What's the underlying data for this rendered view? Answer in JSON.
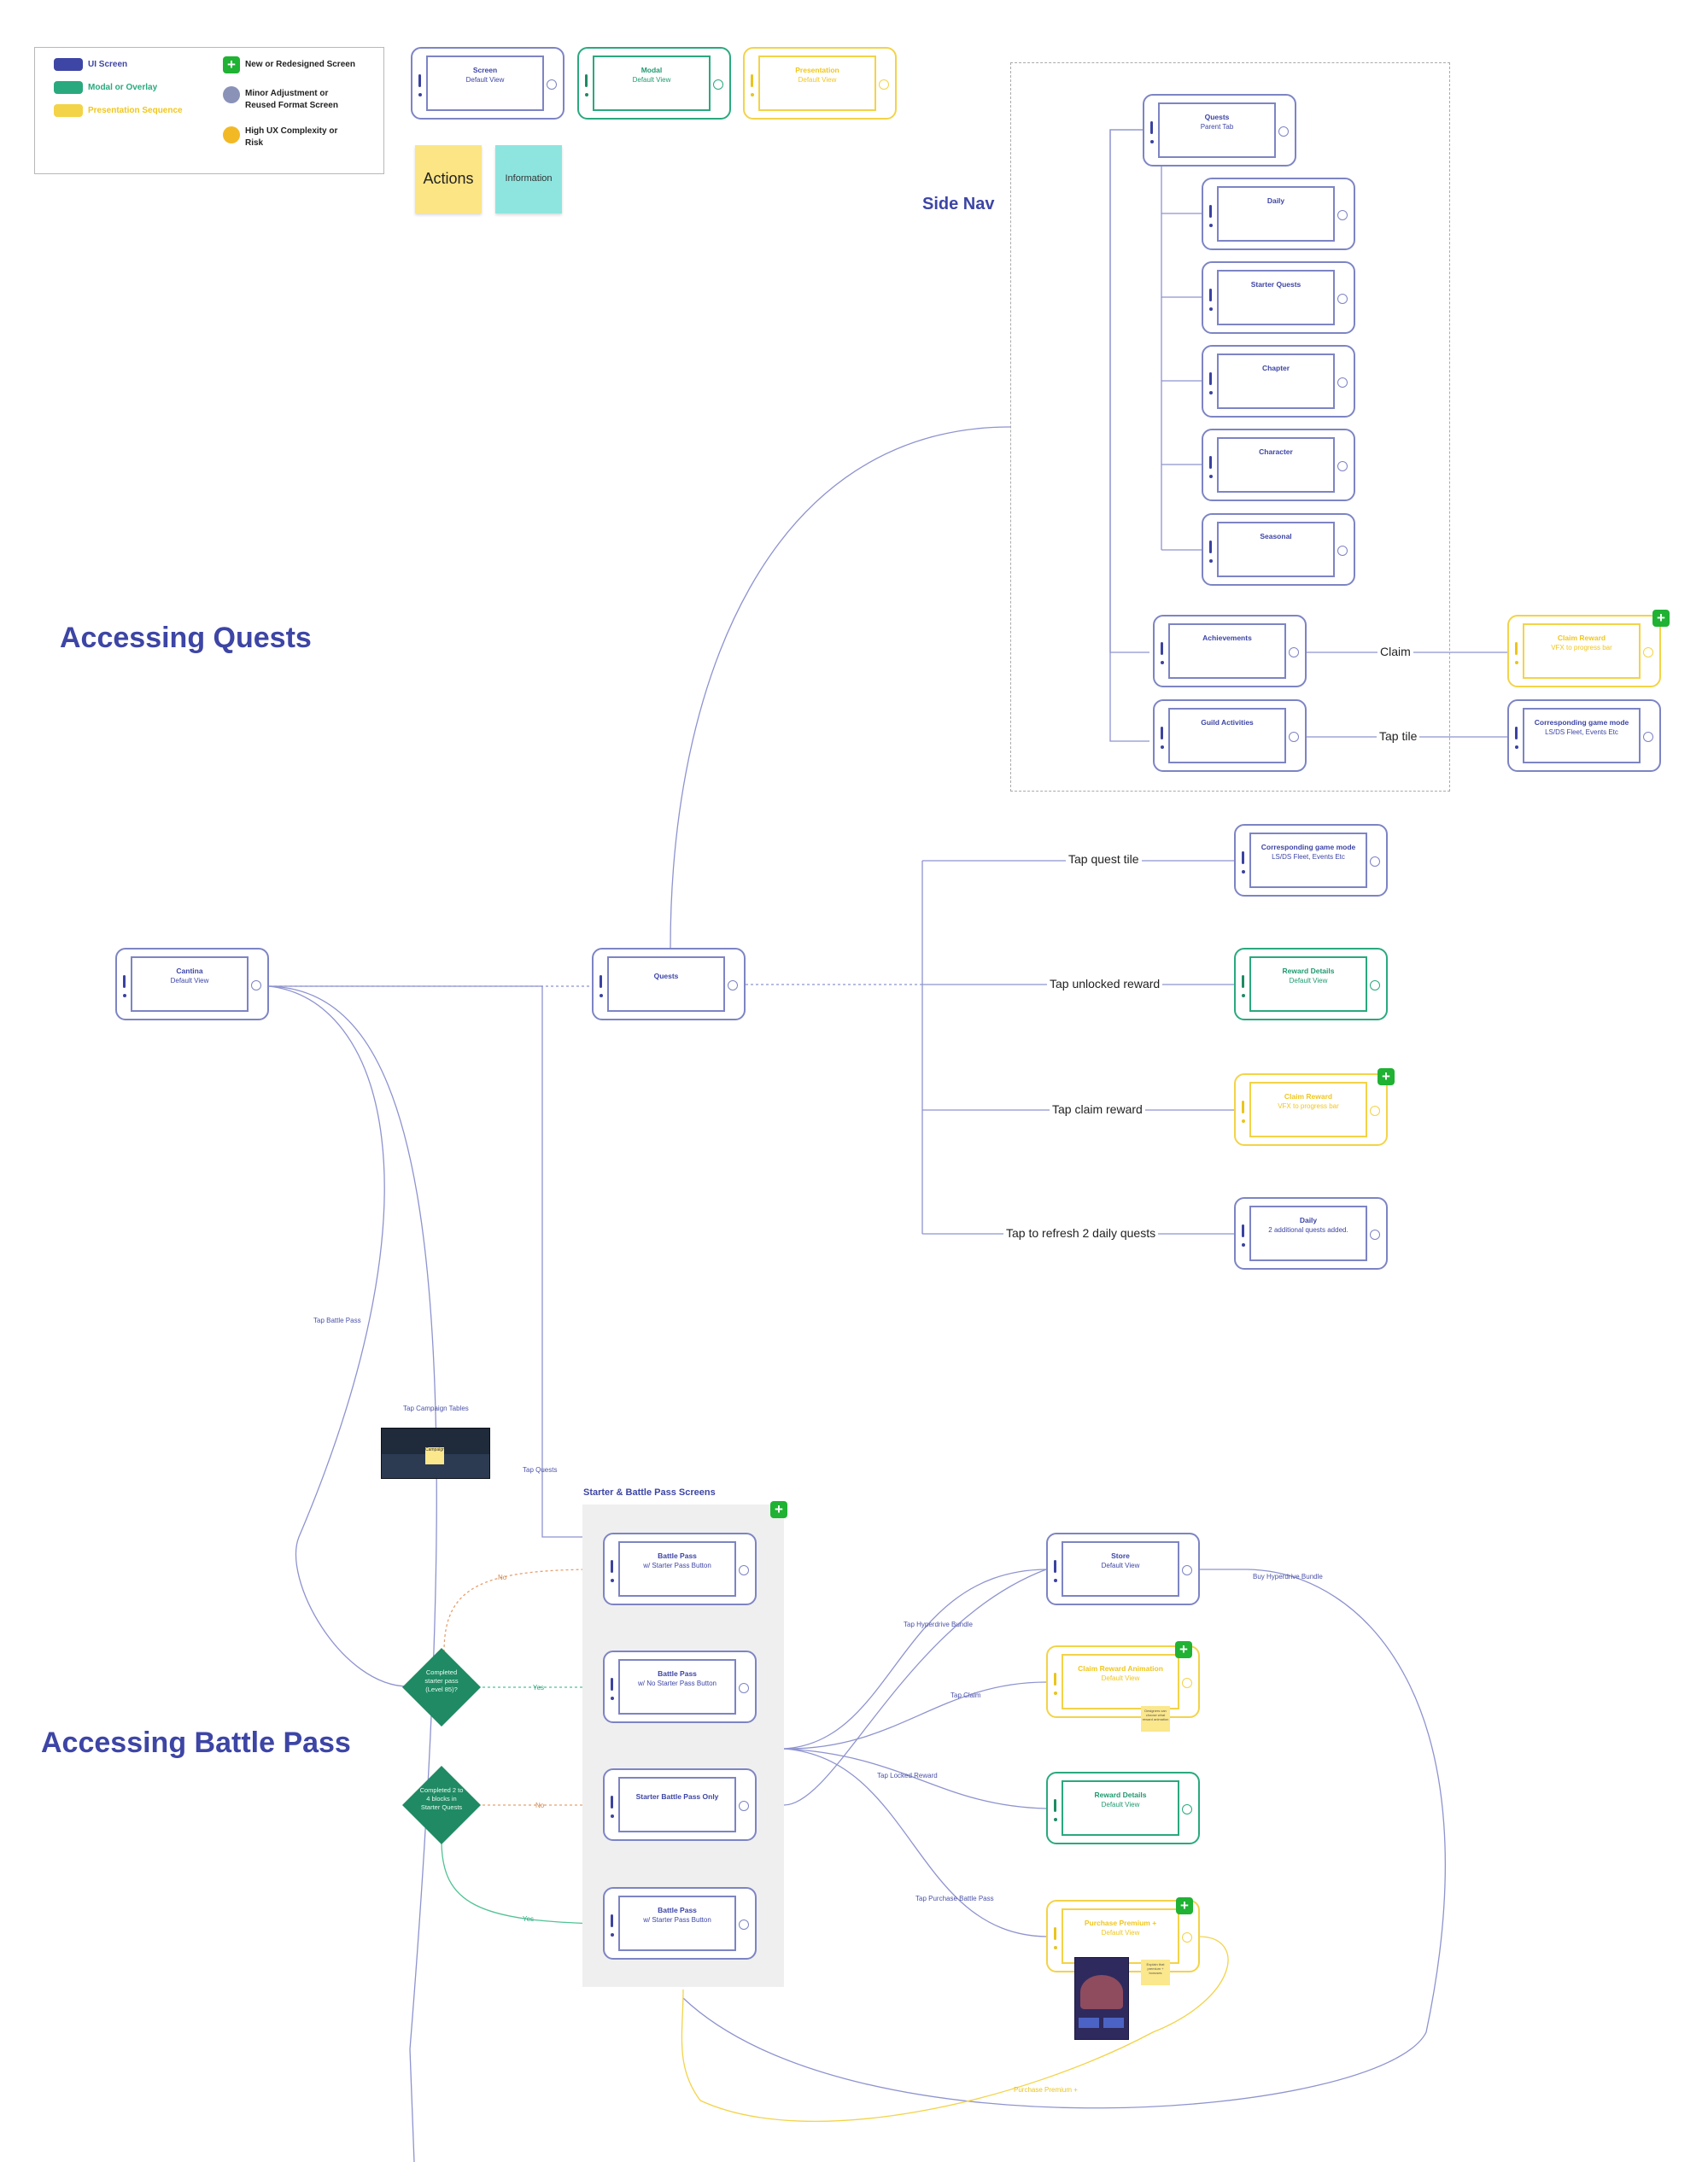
{
  "legend": {
    "ui_screen": "UI Screen",
    "modal": "Modal or Overlay",
    "presentation": "Presentation Sequence",
    "new_screen": "New or Redesigned Screen",
    "minor_line1": "Minor Adjustment or",
    "minor_line2": "Reused Format Screen",
    "risk_line1": "High UX Complexity or",
    "risk_line2": "Risk",
    "colors": {
      "ui": "#3d45a5",
      "modal": "#2aa97e",
      "presentation": "#f3d348",
      "new": "#1fb233"
    }
  },
  "key_nodes": {
    "screen": {
      "title": "Screen",
      "sub": "Default View"
    },
    "modal": {
      "title": "Modal",
      "sub": "Default View"
    },
    "presentation": {
      "title": "Presentation",
      "sub": "Default View"
    }
  },
  "stickies": {
    "actions": "Actions",
    "information": "Information"
  },
  "titles": {
    "accessing_quests": "Accessing Quests",
    "accessing_battle_pass": "Accessing Battle Pass",
    "side_nav": "Side Nav",
    "starter_group": "Starter & Battle Pass Screens"
  },
  "nodes": {
    "quests_parent": {
      "title": "Quests",
      "sub": "Parent Tab"
    },
    "daily": {
      "title": "Daily",
      "sub": ""
    },
    "starter_quests": {
      "title": "Starter Quests",
      "sub": ""
    },
    "chapter": {
      "title": "Chapter",
      "sub": ""
    },
    "character": {
      "title": "Character",
      "sub": ""
    },
    "seasonal": {
      "title": "Seasonal",
      "sub": ""
    },
    "achievements": {
      "title": "Achievements",
      "sub": ""
    },
    "guild_activities": {
      "title": "Guild Activities",
      "sub": ""
    },
    "claim_reward_side": {
      "title": "Claim Reward",
      "sub": "VFX to progress bar"
    },
    "corr_mode_side": {
      "title": "Corresponding game mode",
      "sub": "LS/DS Fleet, Events Etc"
    },
    "cantina": {
      "title": "Cantina",
      "sub": "Default View"
    },
    "quests": {
      "title": "Quests",
      "sub": ""
    },
    "corr_mode": {
      "title": "Corresponding game mode",
      "sub": "LS/DS Fleet, Events Etc"
    },
    "reward_details": {
      "title": "Reward Details",
      "sub": "Default View"
    },
    "claim_reward": {
      "title": "Claim Reward",
      "sub": "VFX to progress bar"
    },
    "daily_refresh": {
      "title": "Daily",
      "sub": "2 additional quests added."
    },
    "bp_starter_btn": {
      "title": "Battle Pass",
      "sub": "w/ Starter Pass Button"
    },
    "bp_no_starter_btn": {
      "title": "Battle Pass",
      "sub": "w/ No Starter Pass Button"
    },
    "starter_only": {
      "title": "Starter Battle Pass Only",
      "sub": ""
    },
    "bp_starter_btn2": {
      "title": "Battle Pass",
      "sub": "w/ Starter Pass Button"
    },
    "store": {
      "title": "Store",
      "sub": "Default View"
    },
    "claim_anim": {
      "title": "Claim Reward Animation",
      "sub": "Default View"
    },
    "reward_details_bp": {
      "title": "Reward Details",
      "sub": "Default View"
    },
    "purchase_premium": {
      "title": "Purchase Premium +",
      "sub": "Default View"
    }
  },
  "edges": {
    "claim": "Claim",
    "tap_tile": "Tap tile",
    "tap_quest_tile": "Tap quest tile",
    "tap_unlocked_reward": "Tap unlocked reward",
    "tap_claim_reward": "Tap claim reward",
    "tap_refresh": "Tap to refresh 2 daily quests",
    "tap_battle_pass": "Tap Battle Pass",
    "tap_campaign_tables": "Tap Campaign Tables",
    "tap_quests": "Tap Quests",
    "no1": "No",
    "yes1": "Yes",
    "no2": "No",
    "yes2": "Yes",
    "tap_hyperdrive": "Tap Hyperdrive Bundle",
    "tap_claim": "Tap Claim",
    "tap_locked_reward": "Tap Locked Reward",
    "tap_purchase_bp": "Tap Purchase Battle Pass",
    "buy_hyperdrive": "Buy Hyperdrive Bundle",
    "purchase_premium_plus": "Purchase Premium +"
  },
  "decisions": {
    "completed_starter": "Completed starter pass (Level 85)?",
    "completed_blocks": "Completed 2 to 4 blocks in Starter Quests"
  },
  "notes": {
    "claim_anim_note": "Designers can choose what reward animation",
    "purchase_note": "Explain that premium + bonuses",
    "campaign_note": "Campaign"
  }
}
